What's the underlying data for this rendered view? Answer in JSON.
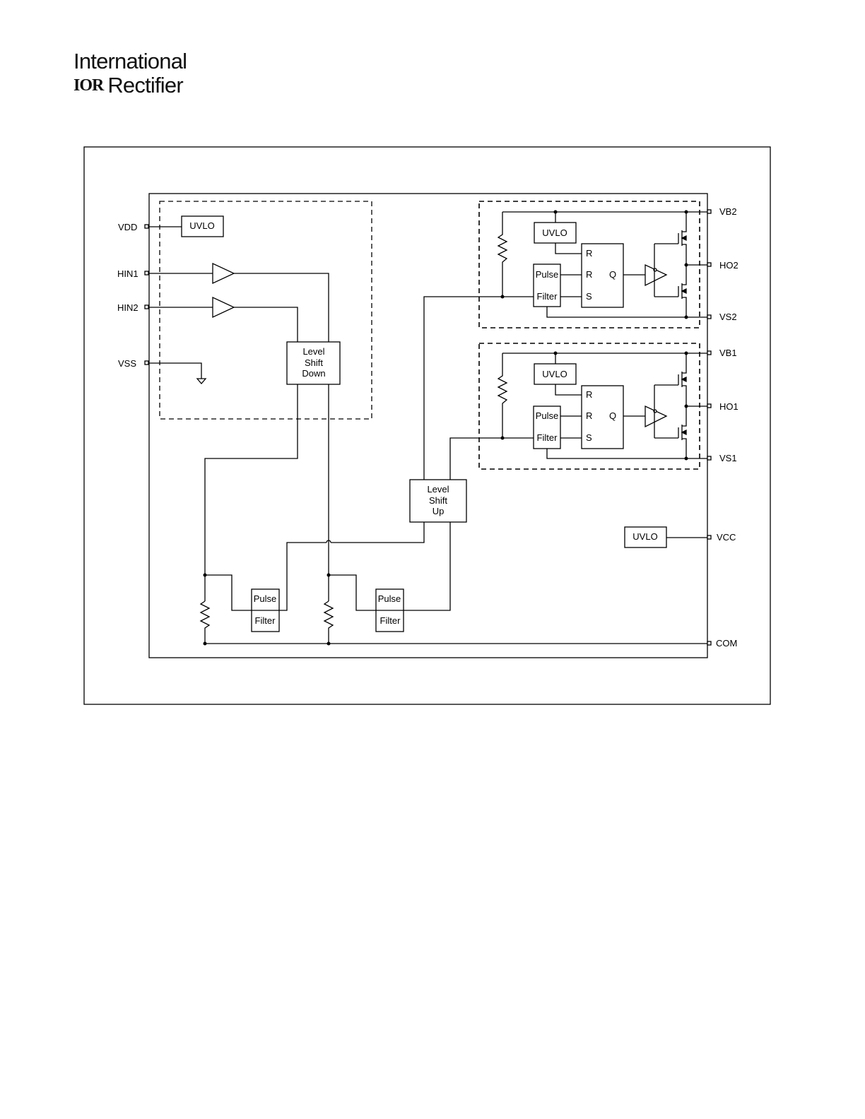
{
  "header": {
    "logo_line1": "International",
    "logo_mark": "IOR",
    "logo_line2": "Rectifier"
  },
  "pins": {
    "vdd": "VDD",
    "hin1": "HIN1",
    "hin2": "HIN2",
    "vss": "VSS",
    "vb2": "VB2",
    "ho2": "HO2",
    "vs2": "VS2",
    "vb1": "VB1",
    "ho1": "HO1",
    "vs1": "VS1",
    "vcc": "VCC",
    "com": "COM"
  },
  "blocks": {
    "uvlo": "UVLO",
    "level_shift_down": [
      "Level",
      "Shift",
      "Down"
    ],
    "level_shift_up": [
      "Level",
      "Shift",
      "Up"
    ],
    "pulse": "Pulse",
    "filter": "Filter",
    "latch_r": "R",
    "latch_s": "S",
    "latch_q": "Q"
  }
}
